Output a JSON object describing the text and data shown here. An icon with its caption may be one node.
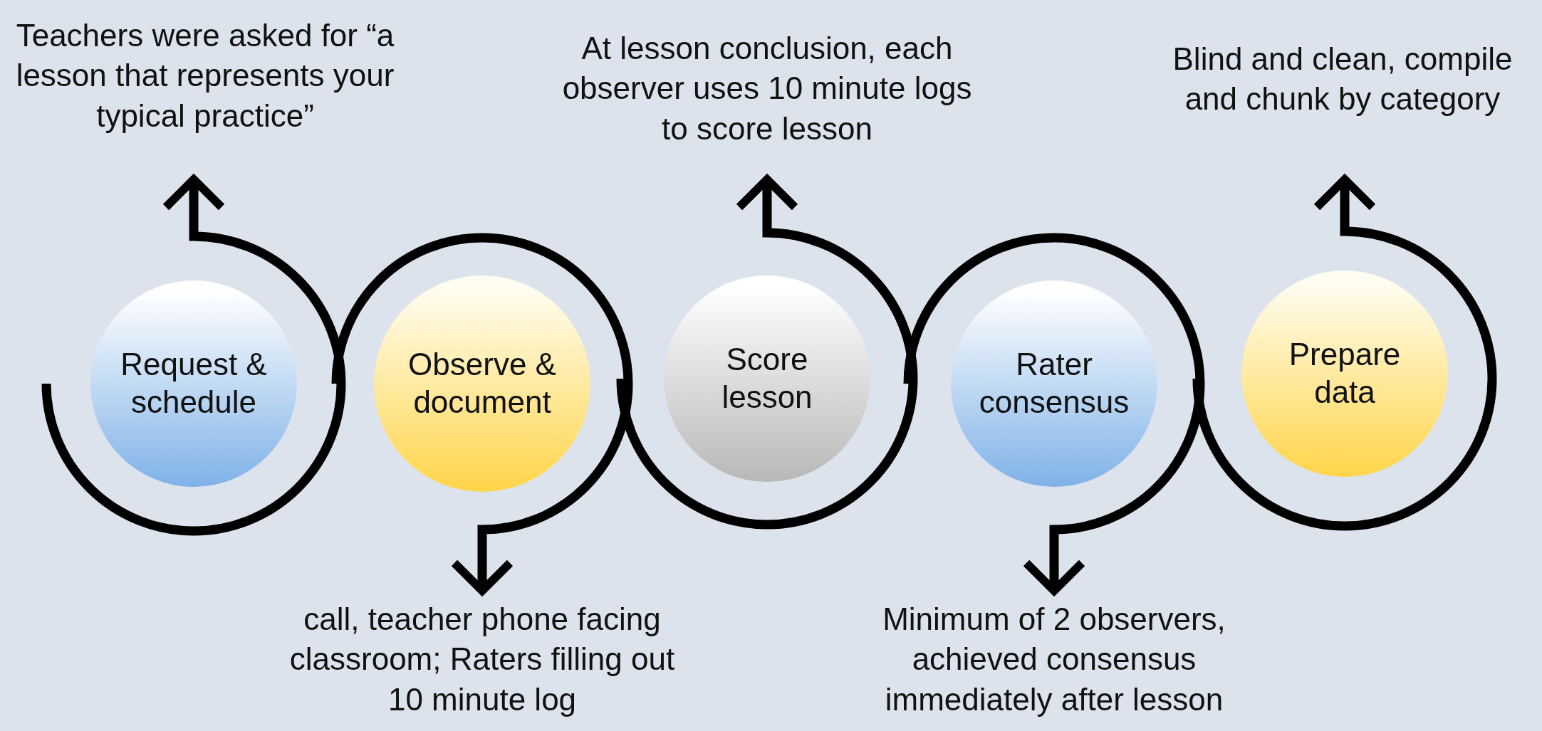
{
  "diagram": {
    "nodes": [
      {
        "text": [
          "Request & schedule"
        ]
      },
      {
        "text": [
          "Observe & document"
        ]
      },
      {
        "text": [
          "Score lesson"
        ]
      },
      {
        "text": [
          "Rater consensus"
        ]
      },
      {
        "text": [
          "Prepare data"
        ]
      },
      {
        "text": [
          "Teachers were asked for “a lesson that represents your typical practice”"
        ]
      },
      {
        "text": [
          "call, teacher phone facing classroom;  Raters filling out 10 minute log"
        ]
      },
      {
        "text": [
          "At lesson conclusion, each observer uses 10 minute logs to score lesson"
        ]
      },
      {
        "text": [
          "Minimum of 2 observers, achieved consensus immediately after lesson"
        ]
      },
      {
        "text": [
          "Blind and clean, compile and chunk by category"
        ]
      }
    ],
    "edges": [
      {
        "from": null,
        "to": 5,
        "arrow": "to"
      },
      {
        "from": null,
        "to": 6,
        "arrow": "to"
      },
      {
        "from": null,
        "to": 7,
        "arrow": "to"
      },
      {
        "from": null,
        "to": 8,
        "arrow": "to"
      },
      {
        "from": null,
        "to": 9,
        "arrow": "to"
      }
    ]
  }
}
